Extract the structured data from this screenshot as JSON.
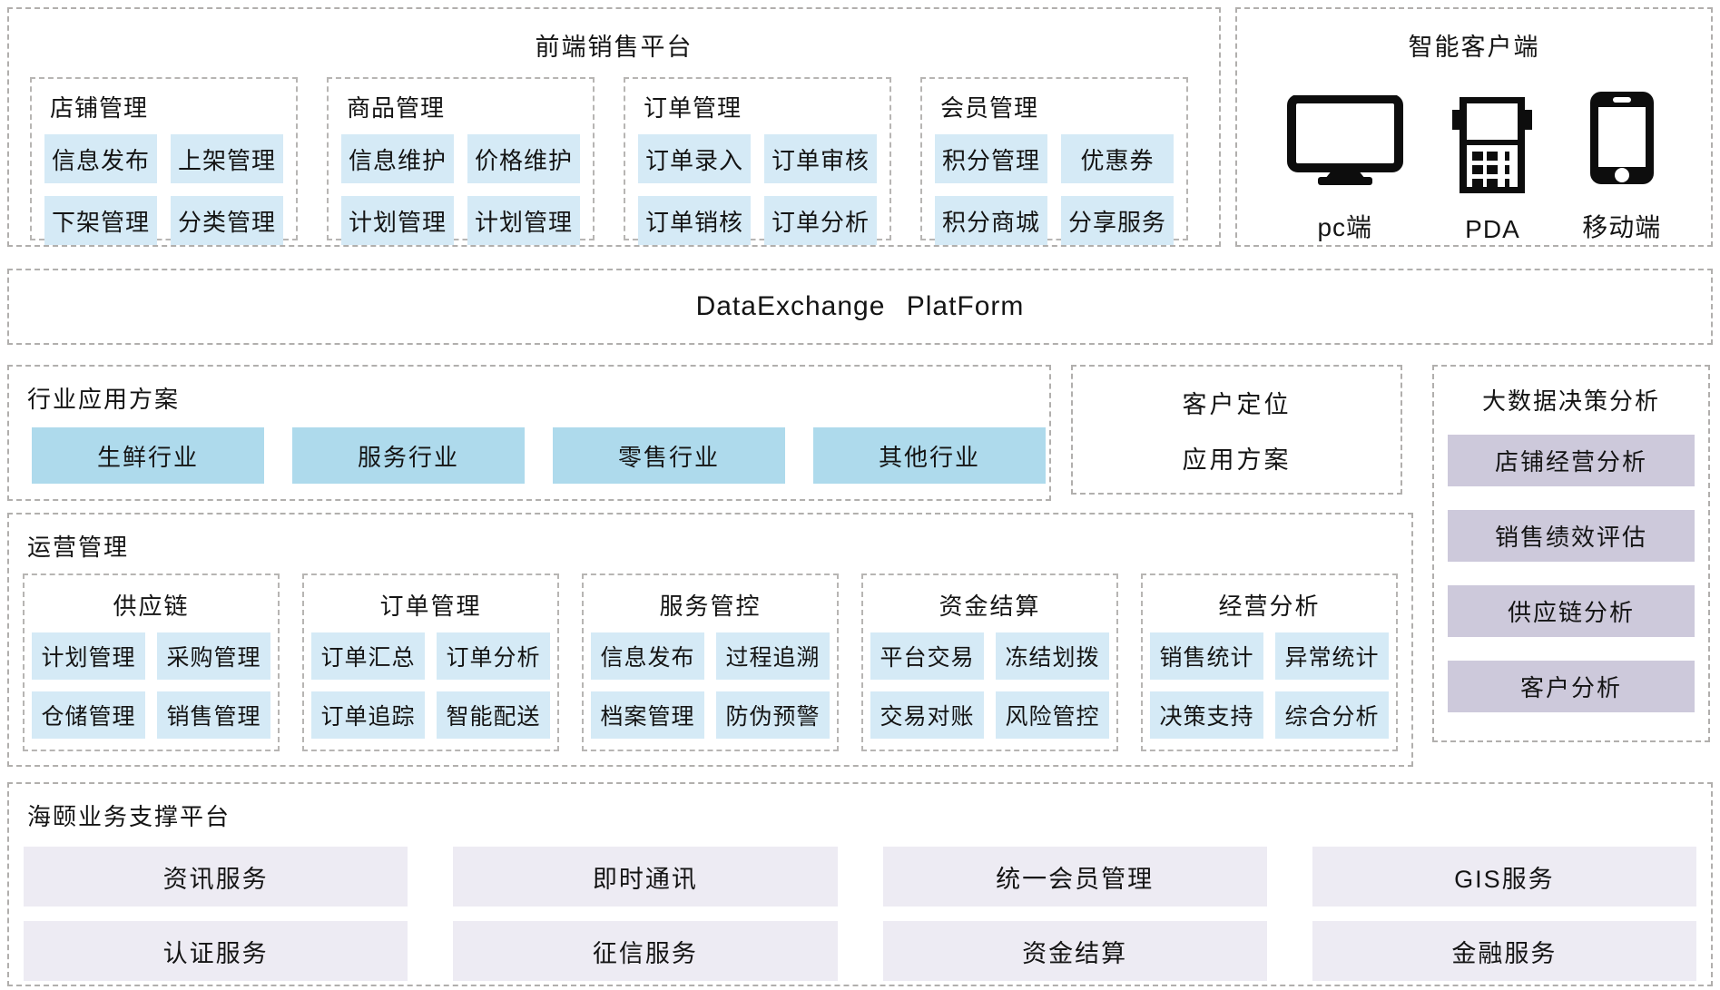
{
  "frontend": {
    "title": "前端销售平台",
    "groups": [
      {
        "title": "店铺管理",
        "items": [
          "信息发布",
          "上架管理",
          "下架管理",
          "分类管理"
        ]
      },
      {
        "title": "商品管理",
        "items": [
          "信息维护",
          "价格维护",
          "计划管理",
          "计划管理"
        ]
      },
      {
        "title": "订单管理",
        "items": [
          "订单录入",
          "订单审核",
          "订单销核",
          "订单分析"
        ]
      },
      {
        "title": "会员管理",
        "items": [
          "积分管理",
          "优惠券",
          "积分商城",
          "分享服务"
        ]
      }
    ]
  },
  "clients": {
    "title": "智能客户端",
    "devices": [
      {
        "icon": "desktop-icon",
        "label": "pc端"
      },
      {
        "icon": "pda-icon",
        "label": "PDA"
      },
      {
        "icon": "smartphone-icon",
        "label": "移动端"
      }
    ]
  },
  "data_exchange": {
    "title": "DataExchange PlatForm"
  },
  "industry": {
    "title": "行业应用方案",
    "items": [
      "生鲜行业",
      "服务行业",
      "零售行业",
      "其他行业"
    ]
  },
  "customer_positioning": {
    "line1": "客户定位",
    "line2": "应用方案"
  },
  "bigdata": {
    "title": "大数据决策分析",
    "items": [
      "店铺经营分析",
      "销售绩效评估",
      "供应链分析",
      "客户分析"
    ]
  },
  "operations": {
    "title": "运营管理",
    "groups": [
      {
        "title": "供应链",
        "items": [
          "计划管理",
          "采购管理",
          "仓储管理",
          "销售管理"
        ]
      },
      {
        "title": "订单管理",
        "items": [
          "订单汇总",
          "订单分析",
          "订单追踪",
          "智能配送"
        ]
      },
      {
        "title": "服务管控",
        "items": [
          "信息发布",
          "过程追溯",
          "档案管理",
          "防伪预警"
        ]
      },
      {
        "title": "资金结算",
        "items": [
          "平台交易",
          "冻结划拨",
          "交易对账",
          "风险管控"
        ]
      },
      {
        "title": "经营分析",
        "items": [
          "销售统计",
          "异常统计",
          "决策支持",
          "综合分析"
        ]
      }
    ]
  },
  "support": {
    "title": "海颐业务支撑平台",
    "items": [
      "资讯服务",
      "即时通讯",
      "统一会员管理",
      "GIS服务",
      "认证服务",
      "征信服务",
      "资金结算",
      "金融服务"
    ]
  },
  "colors": {
    "chip_blue": "#d5eaf6",
    "industry_blue": "#aedaec",
    "analysis_lavender": "#cdc9db",
    "service_bar_lavender": "#edebf3",
    "dash_border": "#b1afad",
    "text": "#141414"
  }
}
